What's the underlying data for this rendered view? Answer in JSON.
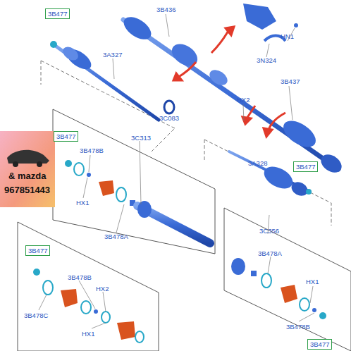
{
  "diagram": {
    "nodes": [
      {
        "text": [
          "3B477"
        ]
      },
      {
        "text": [
          "3B477"
        ]
      },
      {
        "text": [
          "3B477"
        ]
      },
      {
        "text": [
          "3B477"
        ]
      },
      {
        "text": [
          "3B477"
        ]
      }
    ],
    "labels": [
      "3B436",
      "HN1",
      "3N324",
      "3A327",
      "3B437",
      "HX2",
      "3C083",
      "3B478B",
      "3C313",
      "3A328",
      "& mazda",
      "967851443",
      "HX1",
      "3B478A",
      "3C356",
      "3B478A",
      "3B478B",
      "HX2",
      "HX1",
      "3B478C",
      "3B478B",
      "HX1"
    ]
  }
}
